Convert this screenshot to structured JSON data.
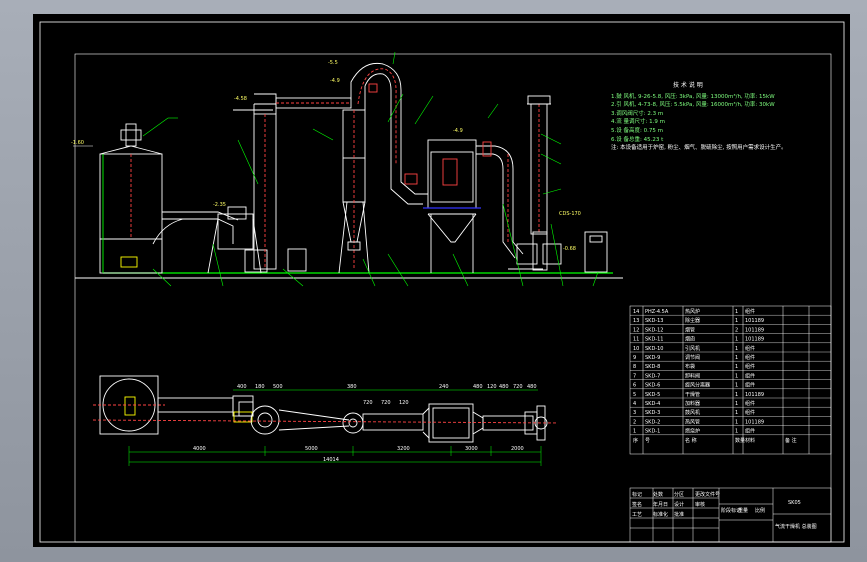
{
  "elevations": {
    "e1": "-1.60",
    "e2": "-4.58",
    "e3": "-2.35",
    "e4": "-5.5",
    "e5": "-4.9",
    "e6": "-4.9",
    "e7": "CDS-170",
    "e8": "-0.68"
  },
  "dimensions": {
    "overall": "14014",
    "segments": [
      "4000",
      "5000",
      "3200",
      "3000",
      "2000"
    ],
    "top": [
      "400",
      "180",
      "500",
      "380",
      "720",
      "720",
      "120",
      "240",
      "480",
      "120",
      "480",
      "720",
      "480"
    ]
  },
  "tech_notes": {
    "title": "技 术 说 明",
    "lines": [
      "1.鼓 风机, 9-26-5.8, 风压: 3kPa, 风量: 13000m³/h, 功率: 15kW",
      "2.引 风机, 4-73-8, 风压: 5.5kPa, 风量: 16000m³/h, 功率: 30kW",
      "3.调风阀尺寸: 2.3 m",
      "4.流 量调尺寸: 1.9 m",
      "5.设 备高度: 0.75 m",
      "6.设 备总重: 45.23 t"
    ],
    "remark": "注: 本设备适用于炉窑, 粉尘、烟气、脱硫除尘, 按照用户需求设计生产。"
  },
  "parts_table": {
    "rows": [
      [
        "14",
        "PHZ-4.5A",
        "热风炉",
        "1",
        "组件",
        ""
      ],
      [
        "13",
        "SKD-13",
        "除尘器",
        "1",
        "101189",
        ""
      ],
      [
        "12",
        "SKD-12",
        "烟管",
        "2",
        "101189",
        ""
      ],
      [
        "11",
        "SKD-11",
        "烟囱",
        "1",
        "101189",
        ""
      ],
      [
        "10",
        "SKD-10",
        "引风机",
        "1",
        "组件",
        ""
      ],
      [
        "9",
        "SKD-9",
        "调节阀",
        "1",
        "组件",
        ""
      ],
      [
        "8",
        "SKD-8",
        "布袋",
        "1",
        "组件",
        ""
      ],
      [
        "7",
        "SKD-7",
        "卸料阀",
        "1",
        "组件",
        ""
      ],
      [
        "6",
        "SKD-6",
        "旋风分离器",
        "1",
        "组件",
        ""
      ],
      [
        "5",
        "SKD-5",
        "干燥管",
        "1",
        "101189",
        ""
      ],
      [
        "4",
        "SKD-4",
        "加料器",
        "1",
        "组件",
        ""
      ],
      [
        "3",
        "SKD-3",
        "鼓风机",
        "1",
        "组件",
        ""
      ],
      [
        "2",
        "SKD-2",
        "热风管",
        "1",
        "101189",
        ""
      ],
      [
        "1",
        "SKD-1",
        "燃烧炉",
        "1",
        "组件",
        ""
      ]
    ],
    "header": [
      "序",
      "号",
      "名 称",
      "数量",
      "材料",
      "备 注"
    ]
  },
  "title_block": {
    "drawing_no": "SK05",
    "name": "气流干燥机 总装图",
    "left_labels": [
      "标记",
      "处数",
      "分区",
      "更改文件号",
      "签名",
      "年月日",
      "设计",
      "审核",
      "工艺",
      "标准化",
      "批准"
    ],
    "right_labels": [
      "阶段标记",
      "重量",
      "比例"
    ]
  }
}
